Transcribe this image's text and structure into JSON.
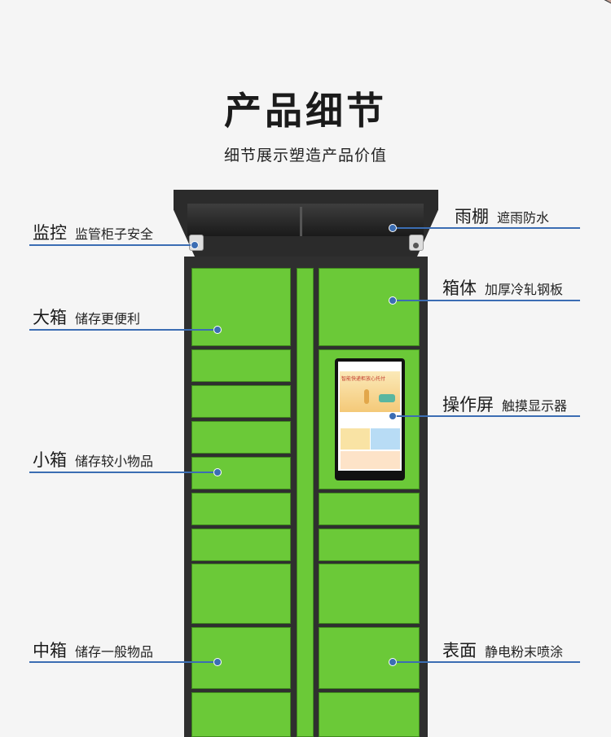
{
  "header": {
    "title": "产品细节",
    "subtitle": "细节展示塑造产品价值"
  },
  "annotations": {
    "monitor": {
      "head": "监控",
      "desc": "监管柜子安全"
    },
    "canopy": {
      "head": "雨棚",
      "desc": "遮雨防水"
    },
    "body": {
      "head": "箱体",
      "desc": "加厚冷轧钢板"
    },
    "large_box": {
      "head": "大箱",
      "desc": "储存更便利"
    },
    "touch_screen": {
      "head": "操作屏",
      "desc": "触摸显示器"
    },
    "small_box": {
      "head": "小箱",
      "desc": "储存较小物品"
    },
    "medium_box": {
      "head": "中箱",
      "desc": "储存一般物品"
    },
    "surface": {
      "head": "表面",
      "desc": "静电粉末喷涂"
    }
  },
  "screen": {
    "banner_text": "智能快递柜放心托付"
  },
  "colors": {
    "door_green": "#6bc938",
    "cabinet_frame": "#2f2f2f",
    "accent_line": "#3b6db3"
  }
}
